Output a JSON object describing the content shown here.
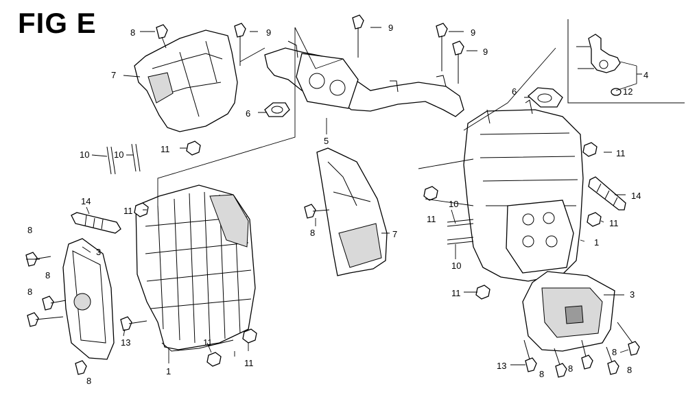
{
  "title": "FIG E",
  "callouts": [
    {
      "id": "c-8a",
      "text": "8"
    },
    {
      "id": "c-9a",
      "text": "9"
    },
    {
      "id": "c-9b",
      "text": "9"
    },
    {
      "id": "c-9c",
      "text": "9"
    },
    {
      "id": "c-9d",
      "text": "9"
    },
    {
      "id": "c-7a",
      "text": "7"
    },
    {
      "id": "c-6a",
      "text": "6"
    },
    {
      "id": "c-5",
      "text": "5"
    },
    {
      "id": "c-6b",
      "text": "6"
    },
    {
      "id": "c-4",
      "text": "4"
    },
    {
      "id": "c-12",
      "text": "12"
    },
    {
      "id": "c-11a",
      "text": "11"
    },
    {
      "id": "c-10a",
      "text": "10"
    },
    {
      "id": "c-10b",
      "text": "10"
    },
    {
      "id": "c-11b",
      "text": "11"
    },
    {
      "id": "c-14a",
      "text": "14"
    },
    {
      "id": "c-8b",
      "text": "8"
    },
    {
      "id": "c-3a",
      "text": "3"
    },
    {
      "id": "c-8c",
      "text": "8"
    },
    {
      "id": "c-8d",
      "text": "8"
    },
    {
      "id": "c-8e",
      "text": "8"
    },
    {
      "id": "c-13a",
      "text": "13"
    },
    {
      "id": "c-1a",
      "text": "1"
    },
    {
      "id": "c-11c",
      "text": "11"
    },
    {
      "id": "c-11d",
      "text": "11"
    },
    {
      "id": "c-8f",
      "text": "8"
    },
    {
      "id": "c-7b",
      "text": "7"
    },
    {
      "id": "c-11e",
      "text": "11"
    },
    {
      "id": "c-11f",
      "text": "11"
    },
    {
      "id": "c-14b",
      "text": "14"
    },
    {
      "id": "c-10c",
      "text": "10"
    },
    {
      "id": "c-11g",
      "text": "11"
    },
    {
      "id": "c-10d",
      "text": "10"
    },
    {
      "id": "c-1b",
      "text": "1"
    },
    {
      "id": "c-11h",
      "text": "11"
    },
    {
      "id": "c-3b",
      "text": "3"
    },
    {
      "id": "c-8g",
      "text": "8"
    },
    {
      "id": "c-13b",
      "text": "13"
    },
    {
      "id": "c-8h",
      "text": "8"
    },
    {
      "id": "c-8i",
      "text": "8"
    },
    {
      "id": "c-8j",
      "text": "8"
    }
  ]
}
